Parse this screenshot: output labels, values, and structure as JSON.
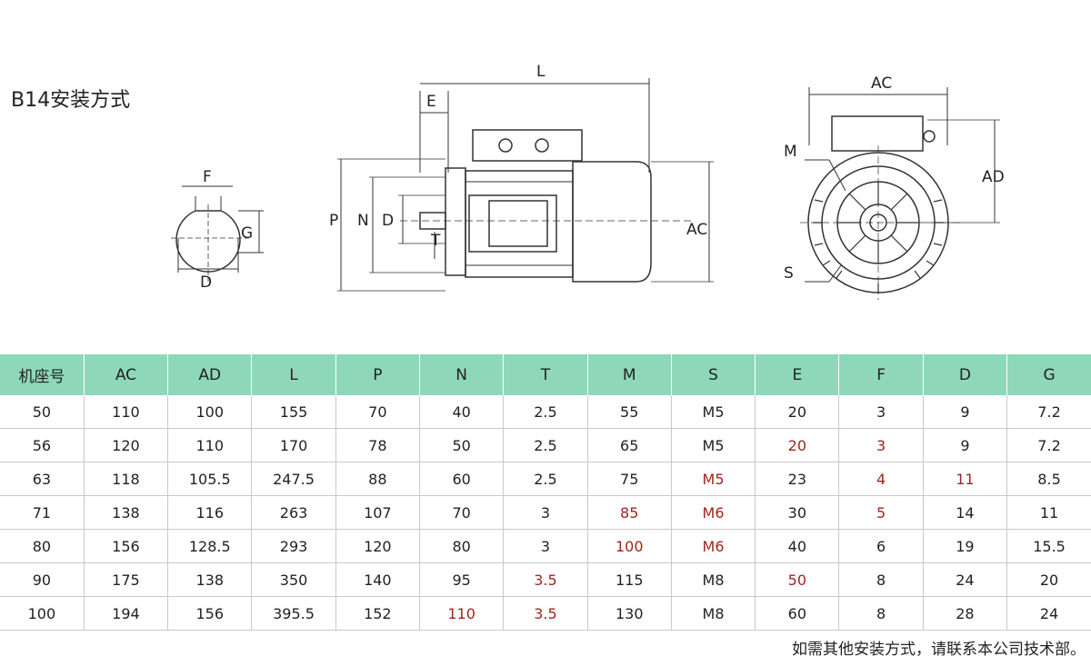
{
  "title": "B14安装方式",
  "drawing": {
    "labels": {
      "shaft_F": "F",
      "shaft_G": "G",
      "shaft_D": "D",
      "side_L": "L",
      "side_E": "E",
      "side_P": "P",
      "side_N": "N",
      "side_D": "D",
      "side_T": "T",
      "side_AC": "AC",
      "front_AC": "AC",
      "front_AD": "AD",
      "front_M": "M",
      "front_S": "S"
    }
  },
  "table": {
    "headers": [
      "机座号",
      "AC",
      "AD",
      "L",
      "P",
      "N",
      "T",
      "M",
      "S",
      "E",
      "F",
      "D",
      "G"
    ],
    "rows": [
      [
        "50",
        "110",
        "100",
        "155",
        "70",
        "40",
        "2.5",
        "55",
        "M5",
        "20",
        "3",
        "9",
        "7.2"
      ],
      [
        "56",
        "120",
        "110",
        "170",
        "78",
        "50",
        "2.5",
        "65",
        "M5",
        "20",
        "3",
        "9",
        "7.2"
      ],
      [
        "63",
        "118",
        "105.5",
        "247.5",
        "88",
        "60",
        "2.5",
        "75",
        "M5",
        "23",
        "4",
        "11",
        "8.5"
      ],
      [
        "71",
        "138",
        "116",
        "263",
        "107",
        "70",
        "3",
        "85",
        "M6",
        "30",
        "5",
        "14",
        "11"
      ],
      [
        "80",
        "156",
        "128.5",
        "293",
        "120",
        "80",
        "3",
        "100",
        "M6",
        "40",
        "6",
        "19",
        "15.5"
      ],
      [
        "90",
        "175",
        "138",
        "350",
        "140",
        "95",
        "3.5",
        "115",
        "M8",
        "50",
        "8",
        "24",
        "20"
      ],
      [
        "100",
        "194",
        "156",
        "395.5",
        "152",
        "110",
        "3.5",
        "130",
        "M8",
        "60",
        "8",
        "28",
        "24"
      ]
    ],
    "red_cells": [
      [
        1,
        9
      ],
      [
        1,
        10
      ],
      [
        2,
        8
      ],
      [
        2,
        10
      ],
      [
        2,
        11
      ],
      [
        3,
        7
      ],
      [
        3,
        8
      ],
      [
        3,
        10
      ],
      [
        4,
        7
      ],
      [
        4,
        8
      ],
      [
        5,
        6
      ],
      [
        5,
        9
      ],
      [
        6,
        5
      ],
      [
        6,
        6
      ]
    ],
    "red_color": "#a2251e",
    "header_color": "#8ed8b9"
  },
  "footer_note": "如需其他安装方式，请联系本公司技术部。"
}
